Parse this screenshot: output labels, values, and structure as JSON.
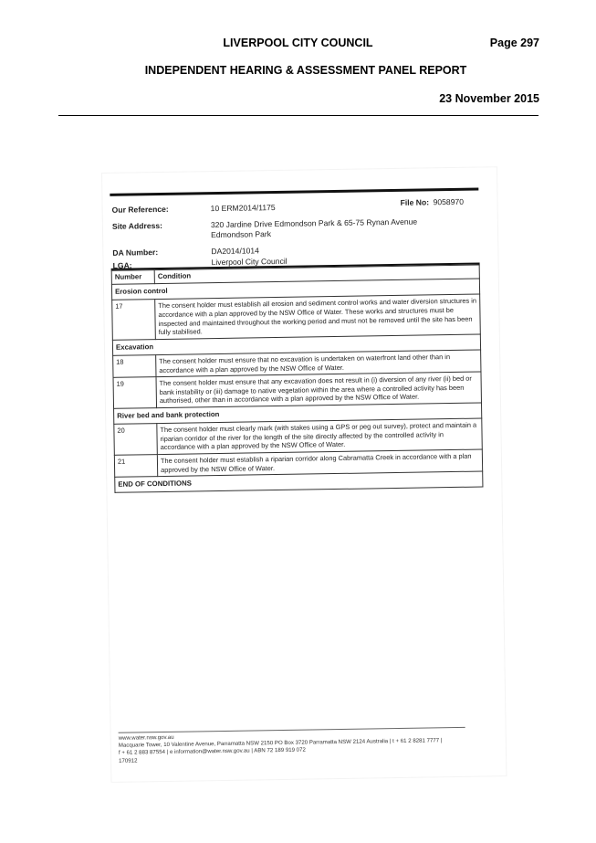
{
  "header": {
    "council": "LIVERPOOL CITY COUNCIL",
    "page": "Page 297",
    "report": "INDEPENDENT HEARING & ASSESSMENT PANEL REPORT",
    "date": "23 November 2015"
  },
  "letter": {
    "our_reference_label": "Our Reference:",
    "our_reference_value": "10 ERM2014/1175",
    "file_no_label": "File No:",
    "file_no_value": "9058970",
    "site_address_label": "Site Address:",
    "site_address_line1": "320 Jardine Drive Edmondson Park & 65-75 Rynan Avenue",
    "site_address_line2": "Edmondson Park",
    "da_number_label": "DA Number:",
    "da_number_value": "DA2014/1014",
    "lga_label": "LGA:",
    "lga_value": "Liverpool City Council"
  },
  "conditions": {
    "col_number": "Number",
    "col_condition": "Condition",
    "section_erosion": "Erosion control",
    "row17_num": "17",
    "row17_text": "The consent holder must establish all erosion and sediment control works and water diversion structures in accordance with a plan approved by the NSW Office of Water. These works and structures must be inspected and maintained throughout the working period and must not be removed until the site has been fully stabilised.",
    "section_excavation": "Excavation",
    "row18_num": "18",
    "row18_text": "The consent holder must ensure that no excavation is undertaken on waterfront land other than in accordance with a plan approved by the NSW Office of Water.",
    "row19_num": "19",
    "row19_text": "The consent holder must ensure that any excavation does not result in (i) diversion of any river (ii) bed or bank instability or (iii) damage to native vegetation within the area where a controlled activity has been authorised, other than in accordance with a plan approved by the NSW Office of Water.",
    "section_riverbed": "River bed and bank protection",
    "row20_num": "20",
    "row20_text": "The consent holder must clearly mark (with stakes using a GPS or peg out survey), protect and maintain a riparian corridor of the river for the length of the site directly affected by the controlled activity in accordance with a plan approved by the NSW Office of Water.",
    "row21_num": "21",
    "row21_text": "The consent holder must establish a riparian corridor along Cabramatta Creek in accordance with a plan approved by the NSW Office of Water.",
    "end": "END OF CONDITIONS"
  },
  "footer": {
    "website": "www.water.nsw.gov.au",
    "line1": "Macquarie Tower, 10 Valentine Avenue, Parramatta NSW 2150   PO Box 3720 Parramatta NSW 2124 Australia |  t + 61 2 8281 7777  |",
    "line2": "f + 61 2 883 87554   |  e information@water.nsw.gov.au  |  ABN 72 189 919 072",
    "code": "170912"
  }
}
